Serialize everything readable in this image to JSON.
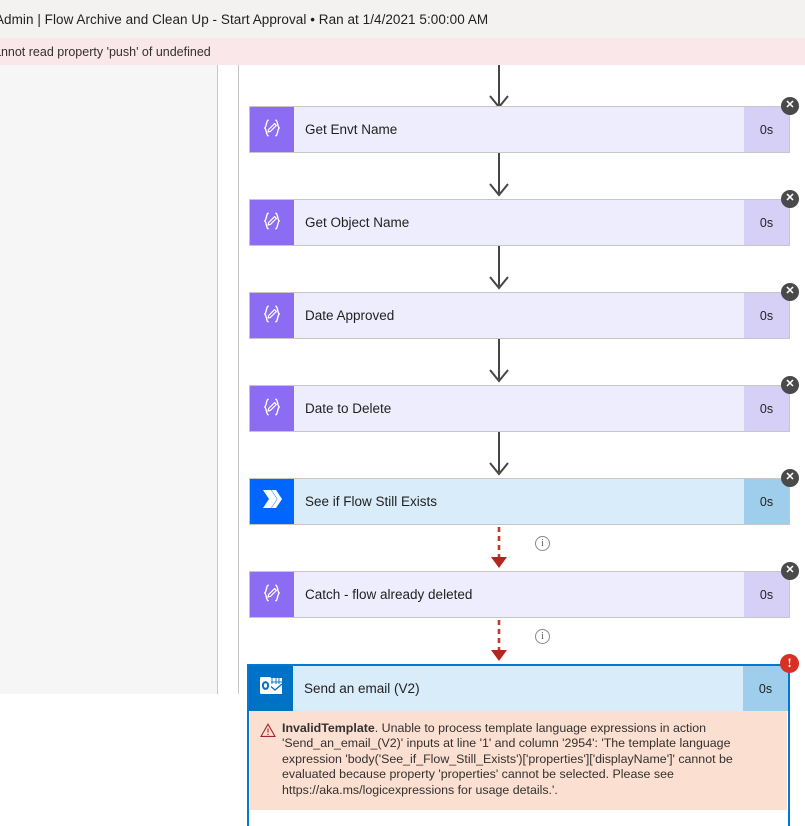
{
  "header": {
    "title": "Admin | Flow Archive and Clean Up - Start Approval • Ran at 1/4/2021 5:00:00 AM"
  },
  "banner": {
    "message": "annot read property 'push' of undefined",
    "background": "#fae7ea"
  },
  "colors": {
    "compose_accent": "#8c6cf3",
    "compose_body": "#ededfd",
    "compose_duration": "#d6d0f7",
    "connector_accent": "#0066ff",
    "connector_body": "#d9ecfa",
    "connector_duration": "#9fcdec",
    "outlook_accent": "#0072c6",
    "selected_border": "#0078d4",
    "error_badge": "#d93025",
    "error_detail_bg": "#fbdfd0",
    "failed_arrow": "#a4262c",
    "normal_arrow": "#484644"
  },
  "flow": {
    "steps": [
      {
        "id": "get-envt-name",
        "title": "Get Envt Name",
        "duration": "0s",
        "icon": "compose-icon",
        "theme": "purple",
        "badge": "close",
        "incoming_connector": {
          "style": "solid",
          "info": false
        }
      },
      {
        "id": "get-object-name",
        "title": "Get Object Name",
        "duration": "0s",
        "icon": "compose-icon",
        "theme": "purple",
        "badge": "close",
        "incoming_connector": {
          "style": "solid",
          "info": false
        }
      },
      {
        "id": "date-approved",
        "title": "Date Approved",
        "duration": "0s",
        "icon": "compose-icon",
        "theme": "purple",
        "badge": "close",
        "incoming_connector": {
          "style": "solid",
          "info": false
        }
      },
      {
        "id": "date-to-delete",
        "title": "Date to Delete",
        "duration": "0s",
        "icon": "compose-icon",
        "theme": "purple",
        "badge": "close",
        "incoming_connector": {
          "style": "solid",
          "info": false
        }
      },
      {
        "id": "see-if-flow-still-exists",
        "title": "See if Flow Still Exists",
        "duration": "0s",
        "icon": "power-automate-icon",
        "theme": "blue",
        "badge": "close",
        "incoming_connector": {
          "style": "solid",
          "info": false
        }
      },
      {
        "id": "catch-flow-already-deleted",
        "title": "Catch - flow already deleted",
        "duration": "0s",
        "icon": "compose-icon",
        "theme": "purple",
        "badge": "close",
        "incoming_connector": {
          "style": "dashed-red",
          "info": true
        }
      },
      {
        "id": "send-an-email-v2",
        "title": "Send an email (V2)",
        "duration": "0s",
        "icon": "outlook-icon",
        "theme": "blue",
        "badge": "error",
        "selected": true,
        "incoming_connector": {
          "style": "dashed-red",
          "info": true
        },
        "error": {
          "code": "InvalidTemplate",
          "message": ". Unable to process template language expressions in action 'Send_an_email_(V2)' inputs at line '1' and column '2954': 'The template language expression 'body('See_if_Flow_Still_Exists')['properties']['displayName']' cannot be evaluated because property 'properties' cannot be selected. Please see https://aka.ms/logicexpressions for usage details.'."
        }
      }
    ],
    "info_icon_label": "i",
    "close_icon_label": "✕",
    "error_icon_label": "!"
  }
}
